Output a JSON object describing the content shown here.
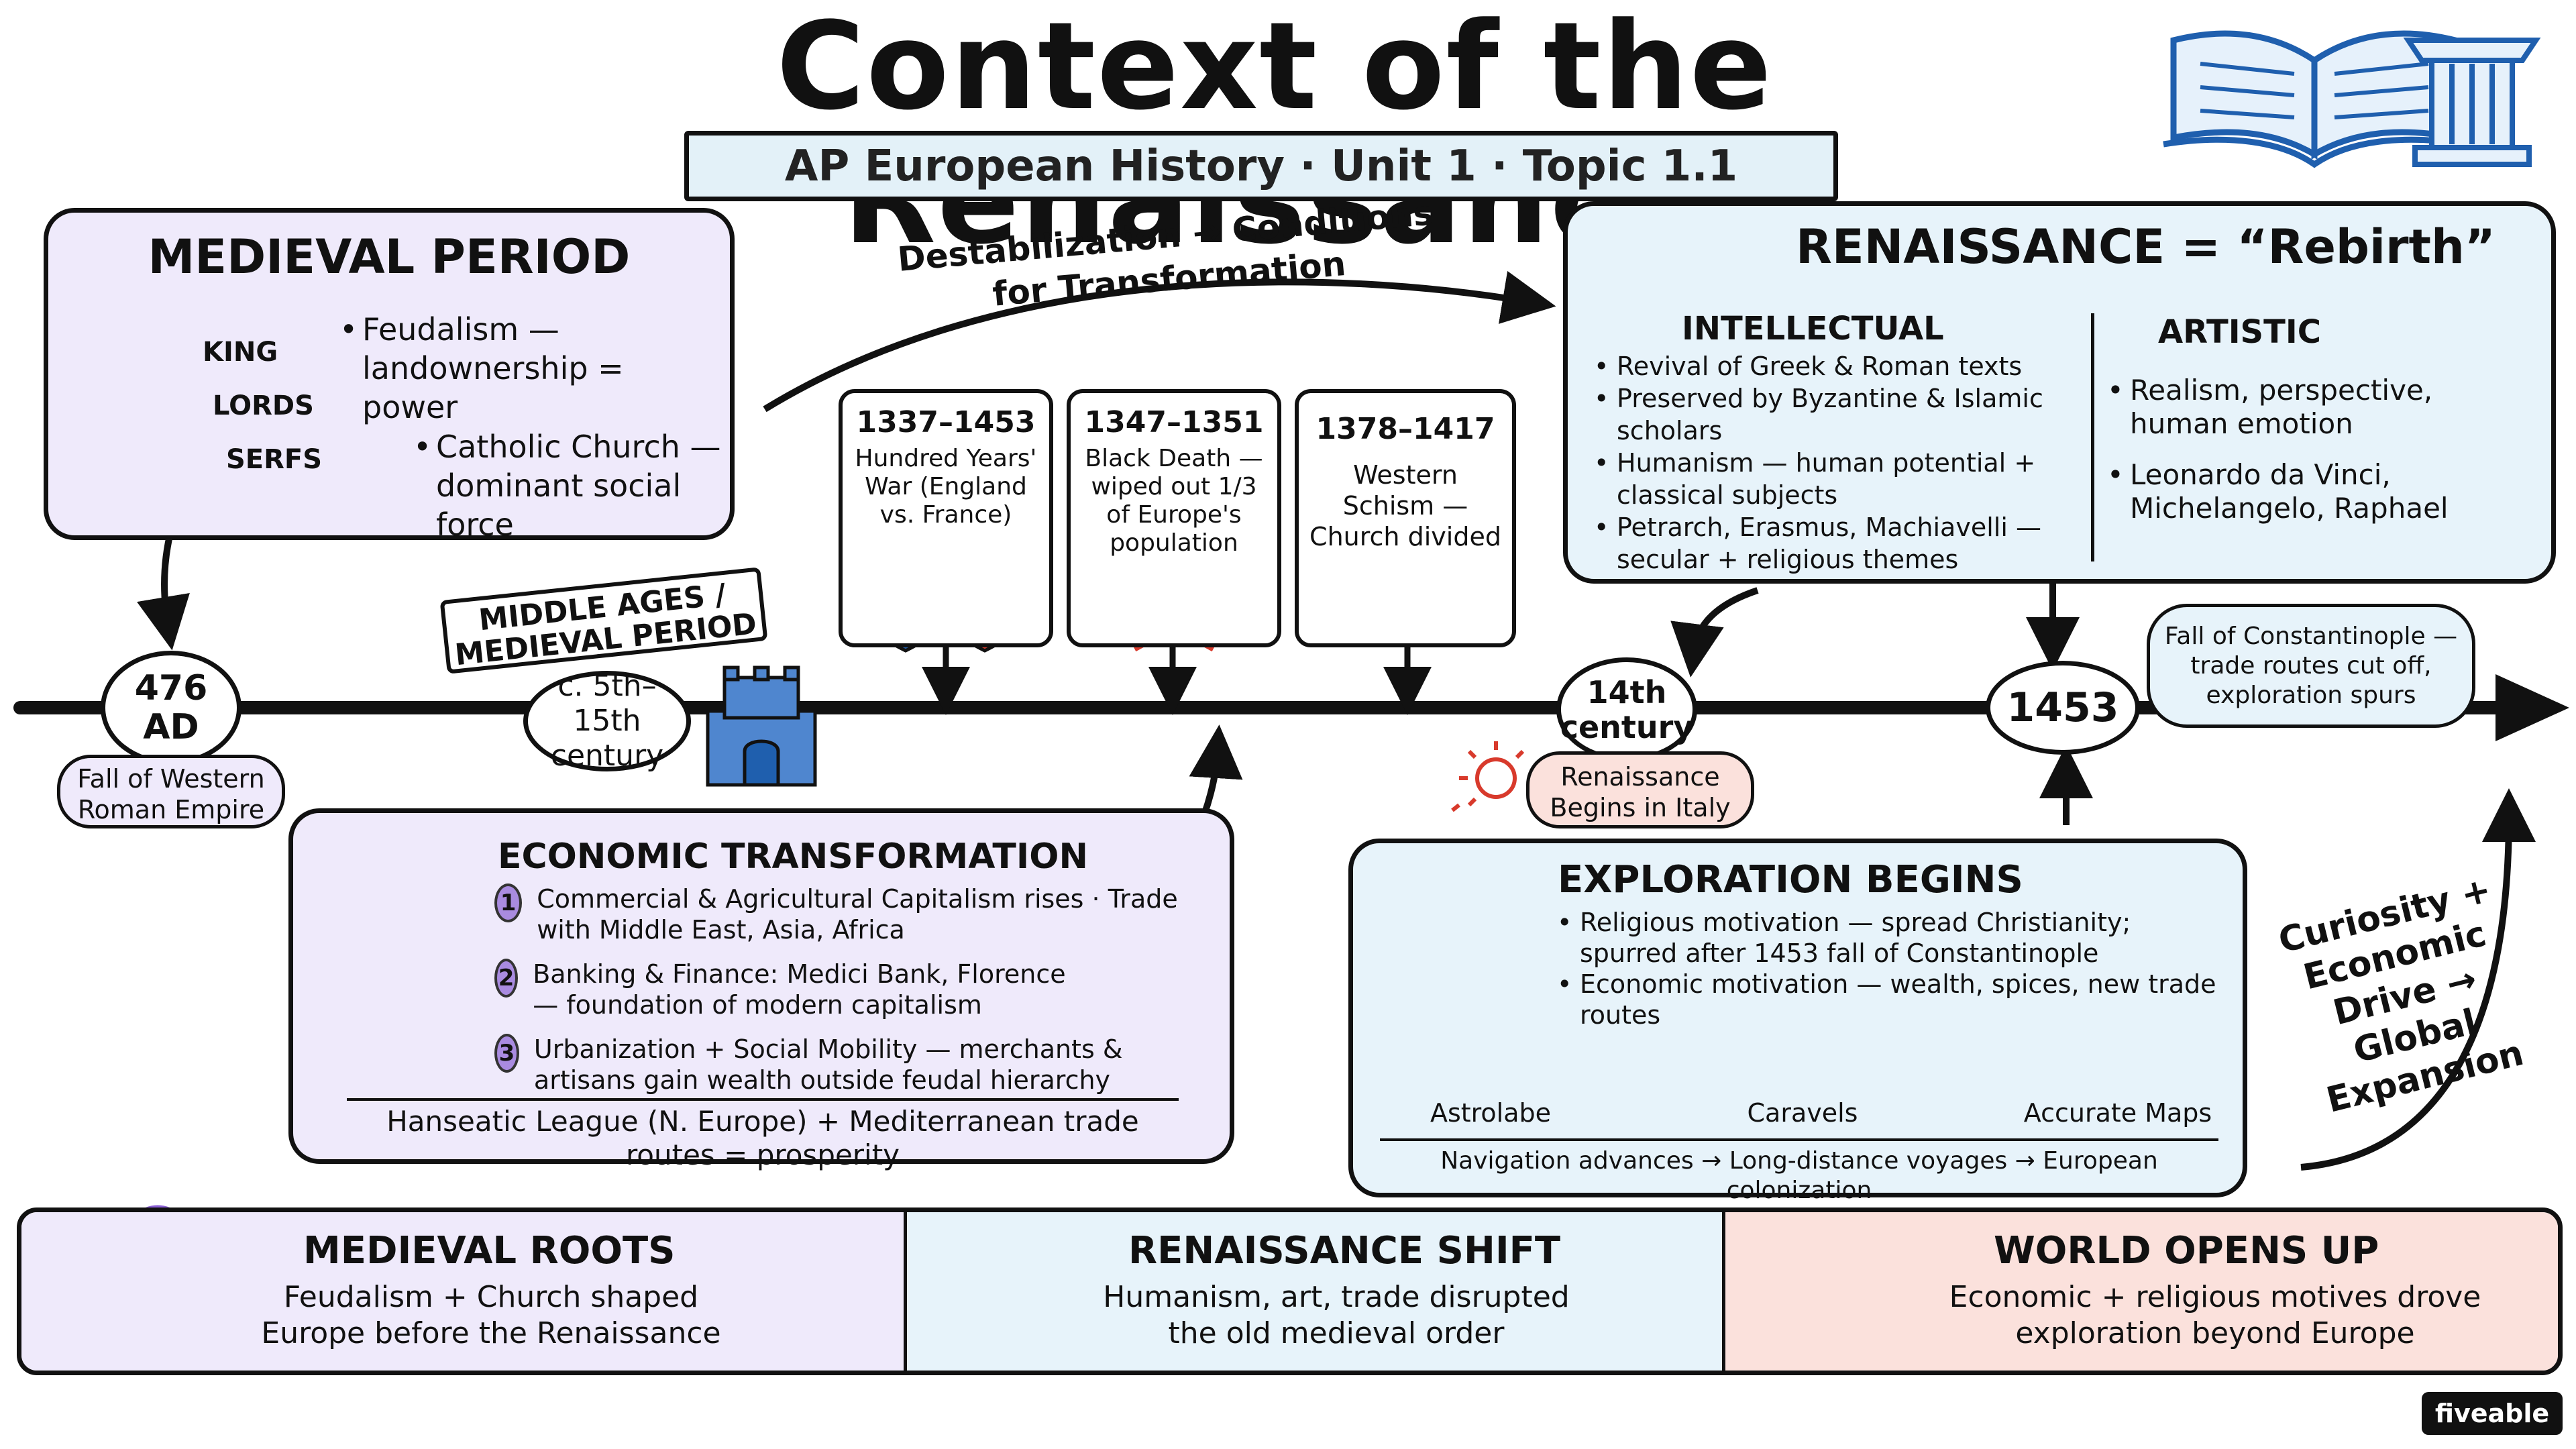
{
  "title": "Context of the Renaissance",
  "subtitle": "AP European History · Unit 1 · Topic 1.1",
  "medieval": {
    "heading": "MEDIEVAL PERIOD",
    "pyramid_labels": [
      "KING",
      "LORDS",
      "SERFS"
    ],
    "bullets": [
      "Feudalism — landownership = power",
      "Catholic Church — dominant social force"
    ]
  },
  "destab": "Destabilization → Conditions for Transformation",
  "events": [
    {
      "years": "1337–1453",
      "desc": "Hundred Years' War (England vs. France)"
    },
    {
      "years": "1347–1351",
      "desc": "Black Death — wiped out 1/3 of Europe's population"
    },
    {
      "years": "1378–1417",
      "desc": "Western Schism — Church divided"
    }
  ],
  "renaissance": {
    "heading": "RENAISSANCE = “Rebirth”",
    "intellectual_title": "INTELLECTUAL",
    "intellectual": [
      "Revival of Greek & Roman texts",
      "Preserved by Byzantine & Islamic scholars",
      "Humanism — human potential + classical subjects",
      "Petrarch, Erasmus, Machiavelli — secular + religious themes"
    ],
    "artistic_title": "ARTISTIC",
    "artistic": [
      "Realism, perspective, human emotion",
      "Leonardo da Vinci, Michelangelo, Raphael"
    ]
  },
  "timeline": {
    "t476": "476 AD",
    "t476_note": "Fall of Western Roman Empire",
    "middle_ages_banner": "MIDDLE AGES / MEDIEVAL PERIOD",
    "century_a": "c. 5th–15th",
    "century_b": "century",
    "t14_a": "14th",
    "t14_b": "century",
    "t14_note": "Renaissance Begins in Italy",
    "t1453": "1453",
    "t1453_note": "Fall of Constantinople — trade routes cut off, exploration spurs"
  },
  "economic": {
    "heading": "ECONOMIC TRANSFORMATION",
    "steps": [
      {
        "n": "1",
        "text": "Commercial & Agricultural Capitalism rises · Trade with Middle East, Asia, Africa"
      },
      {
        "n": "2",
        "text": "Banking & Finance: Medici Bank, Florence — foundation of modern capitalism"
      },
      {
        "n": "3",
        "text": "Urbanization + Social Mobility — merchants & artisans gain wealth outside feudal hierarchy"
      }
    ],
    "footer": "Hanseatic League (N. Europe) + Mediterranean trade routes = prosperity"
  },
  "exploration": {
    "heading": "EXPLORATION BEGINS",
    "bullets": [
      "Religious motivation — spread Christianity; spurred after 1453 fall of Constantinople",
      "Economic motivation — wealth, spices, new trade routes"
    ],
    "items": [
      "Astrolabe",
      "Caravels",
      "Accurate Maps"
    ],
    "footer": "Navigation advances → Long-distance voyages → European colonization"
  },
  "curiosity": "Curiosity + Economic Drive → Global Expansion",
  "bottom": [
    {
      "title": "MEDIEVAL ROOTS",
      "text": "Feudalism + Church shaped Europe before the Renaissance"
    },
    {
      "title": "RENAISSANCE SHIFT",
      "text": "Humanism, art, trade disrupted the old medieval order"
    },
    {
      "title": "WORLD OPENS UP",
      "text": "Economic + religious motives drove exploration beyond Europe"
    }
  ],
  "logo": "fiveable",
  "colors": {
    "purple": "#efeafb",
    "blue": "#e7f3fa",
    "pink": "#fbe1dc",
    "accent_blue": "#1f5fae",
    "accent_red": "#d83a2c",
    "accent_purple": "#8b5fd6"
  }
}
